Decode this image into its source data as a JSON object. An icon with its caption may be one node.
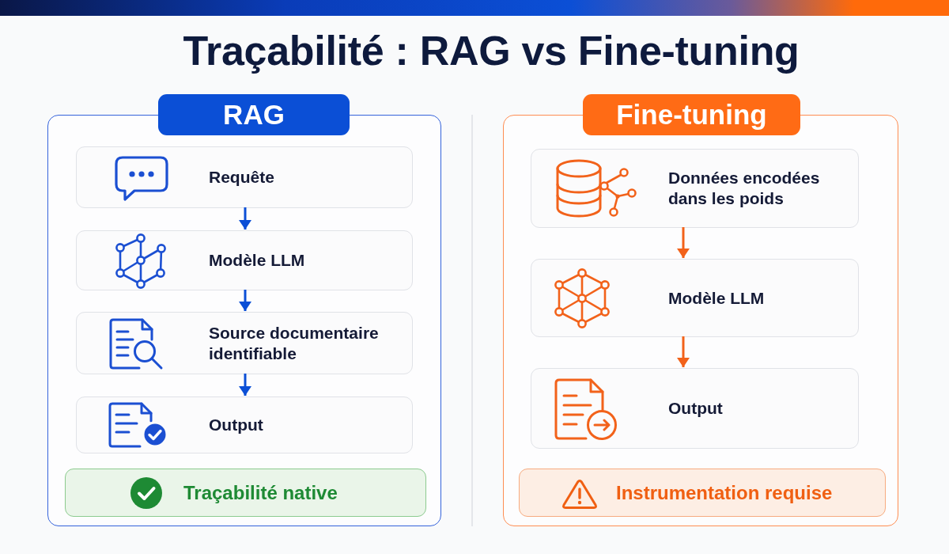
{
  "diagram": {
    "title": "Traçabilité : RAG vs Fine-tuning",
    "nodes": [
      {
        "text": [],
        "shape": "bar"
      },
      {
        "text": [
          "RAG"
        ]
      },
      {
        "text": [
          "Requête"
        ],
        "in": 1
      },
      {
        "text": [
          "Modèle LLM"
        ],
        "in": 1
      },
      {
        "text": [
          "Source documentaire identifiable"
        ],
        "in": 1
      },
      {
        "text": [
          "Output"
        ],
        "in": 1
      },
      {
        "text": [
          "Traçabilité native"
        ],
        "in": 1
      },
      {
        "text": [
          "Fine-tuning"
        ]
      },
      {
        "text": [
          "Données encodées dans les poids"
        ],
        "in": 7
      },
      {
        "text": [
          "Modèle LLM"
        ],
        "in": 7
      },
      {
        "text": [
          "Output"
        ],
        "in": 7
      },
      {
        "text": [
          "Instrumentation requise"
        ],
        "in": 7
      }
    ],
    "edges": [
      {
        "from": 2,
        "to": 3,
        "arrow": "to",
        "color": "#0b4fd6"
      },
      {
        "from": 3,
        "to": 4,
        "arrow": "to",
        "color": "#0b4fd6"
      },
      {
        "from": 4,
        "to": 5,
        "arrow": "to",
        "color": "#0b4fd6"
      },
      {
        "from": 8,
        "to": 9,
        "arrow": "to",
        "color": "#f2621a"
      },
      {
        "from": 9,
        "to": 10,
        "arrow": "to",
        "color": "#f2621a"
      }
    ]
  }
}
